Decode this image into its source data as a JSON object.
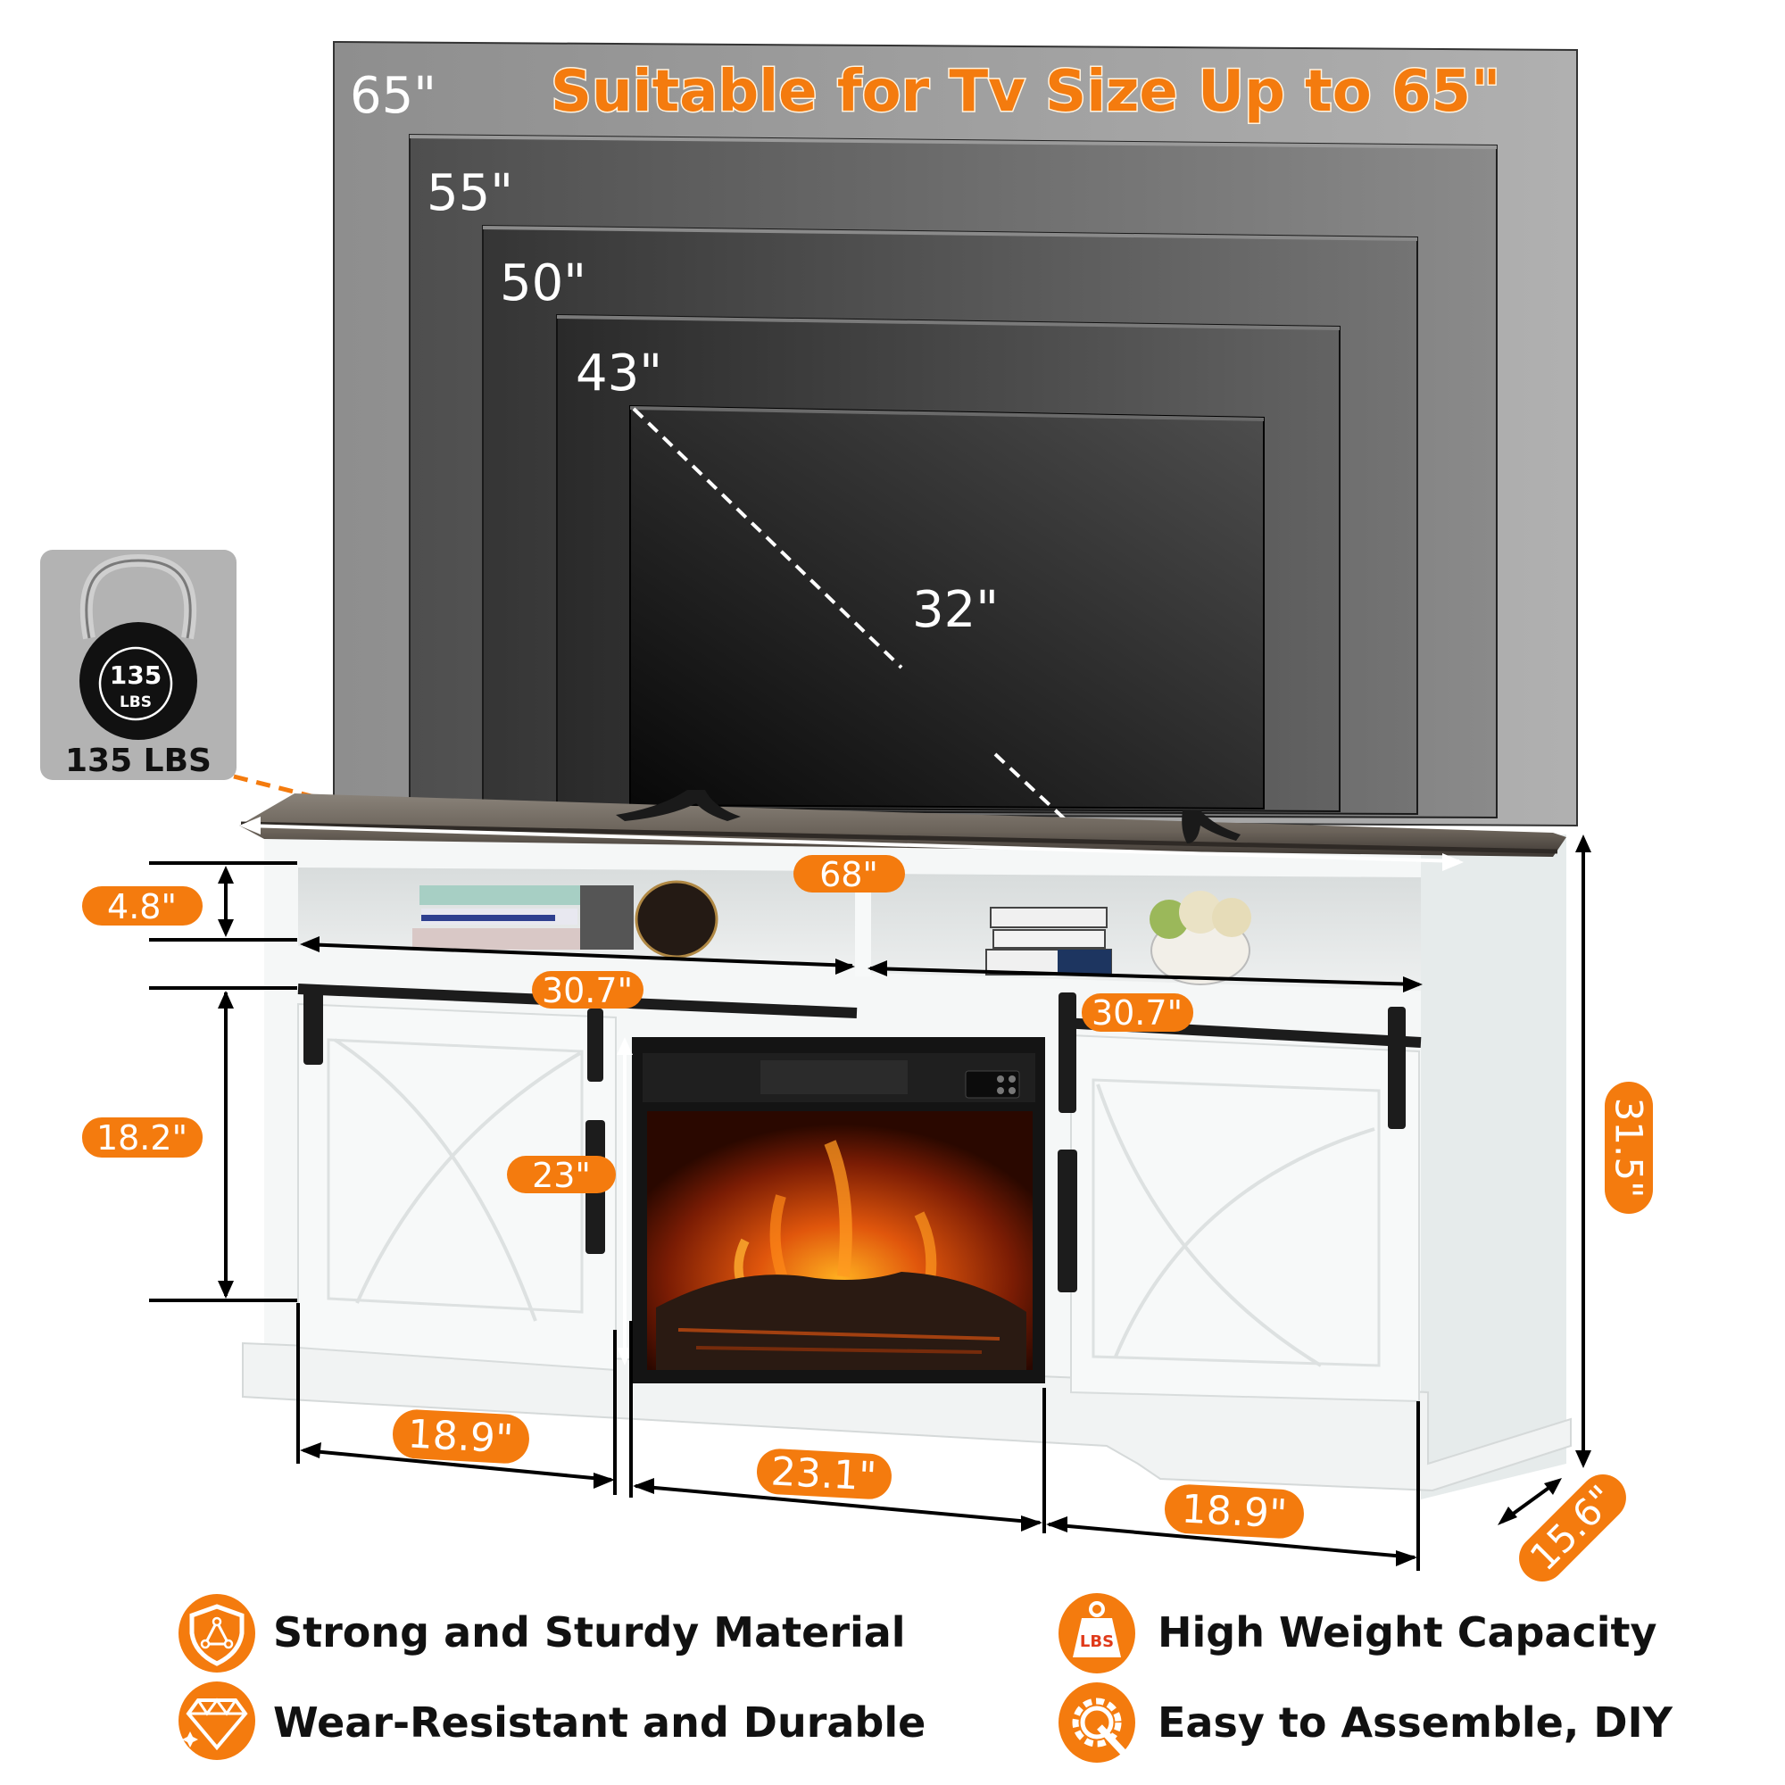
{
  "headline": "Suitable for Tv Size Up to 65\"",
  "tv_sizes": [
    {
      "label": "65\""
    },
    {
      "label": "55\""
    },
    {
      "label": "50\""
    },
    {
      "label": "43\""
    },
    {
      "label": "32\""
    }
  ],
  "weight_badge": {
    "kettlebell_number": "135",
    "kettlebell_unit": "LBS",
    "caption": "135 LBS"
  },
  "dimensions": {
    "width_total": "68\"",
    "shelf_height": "4.8\"",
    "shelf_width_left": "30.7\"",
    "shelf_width_right": "30.7\"",
    "door_height": "18.2\"",
    "fireplace_height": "23\"",
    "door_width_left": "18.9\"",
    "fireplace_width": "23.1\"",
    "door_width_right": "18.9\"",
    "total_height": "31.5\"",
    "depth": "15.6\""
  },
  "features": [
    {
      "icon": "shield-icon",
      "label": "Strong and Sturdy Material"
    },
    {
      "icon": "diamond-icon",
      "label": "Wear-Resistant and Durable"
    },
    {
      "icon": "weight-lbs-icon",
      "icon_text": "LBS",
      "label": "High Weight Capacity"
    },
    {
      "icon": "gear-wrench-icon",
      "label": "Easy to Assemble, DIY"
    }
  ],
  "colors": {
    "accent": "#F47B0E",
    "cabinet": "#F4F6F6",
    "wood_top": "#6E665E"
  }
}
